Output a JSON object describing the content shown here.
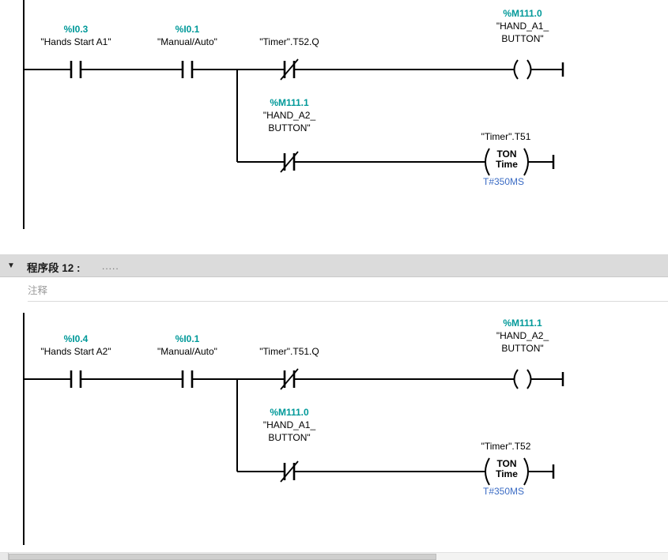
{
  "colors": {
    "address": "#009999",
    "constant": "#3B6CC4",
    "header_bg": "#DBDBDB",
    "comment_text": "#9C9C9C"
  },
  "editor": {
    "network_header": {
      "collapse_icon": "▼",
      "title": "程序段 12 :",
      "dots": ".....",
      "comment_placeholder": "注释"
    }
  },
  "net11": {
    "c1_address": "%I0.3",
    "c1_name": "\"Hands Start A1\"",
    "c2_address": "%I0.1",
    "c2_name": "\"Manual/Auto\"",
    "nc1_name": "\"Timer\".T52.Q",
    "coil_address": "%M111.0",
    "coil_name_line1": "\"HAND_A1_",
    "coil_name_line2": "BUTTON\"",
    "nc2_address": "%M111.1",
    "nc2_name_line1": "\"HAND_A2_",
    "nc2_name_line2": "BUTTON\"",
    "timer_name": "\"Timer\".T51",
    "timer_type": "TON",
    "timer_param": "Time",
    "timer_preset": "T#350MS"
  },
  "net12": {
    "c1_address": "%I0.4",
    "c1_name": "\"Hands Start A2\"",
    "c2_address": "%I0.1",
    "c2_name": "\"Manual/Auto\"",
    "nc1_name": "\"Timer\".T51.Q",
    "coil_address": "%M111.1",
    "coil_name_line1": "\"HAND_A2_",
    "coil_name_line2": "BUTTON\"",
    "nc2_address": "%M111.0",
    "nc2_name_line1": "\"HAND_A1_",
    "nc2_name_line2": "BUTTON\"",
    "timer_name": "\"Timer\".T52",
    "timer_type": "TON",
    "timer_param": "Time",
    "timer_preset": "T#350MS"
  }
}
